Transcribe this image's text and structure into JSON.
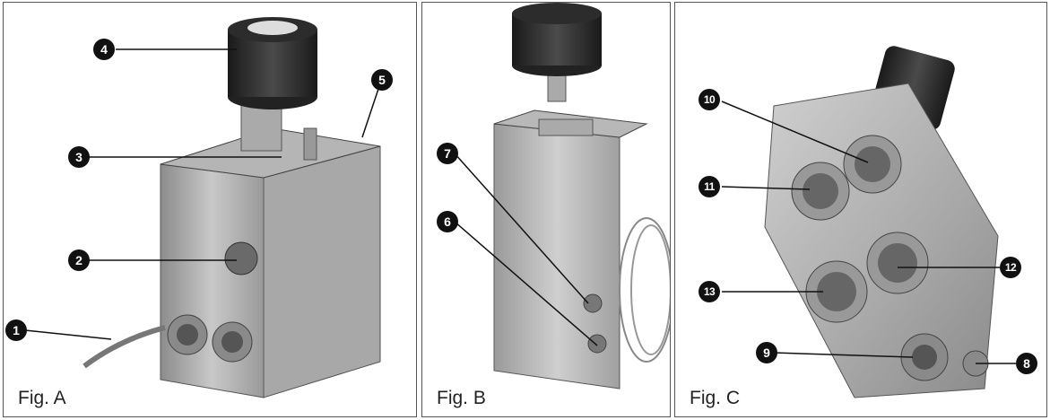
{
  "figures": [
    {
      "label": "Fig. A",
      "callouts": [
        "4",
        "5",
        "3",
        "2",
        "1"
      ]
    },
    {
      "label": "Fig. B",
      "callouts": [
        "7",
        "6"
      ]
    },
    {
      "label": "Fig. C",
      "callouts": [
        "10",
        "11",
        "12",
        "13",
        "9",
        "8"
      ]
    }
  ]
}
